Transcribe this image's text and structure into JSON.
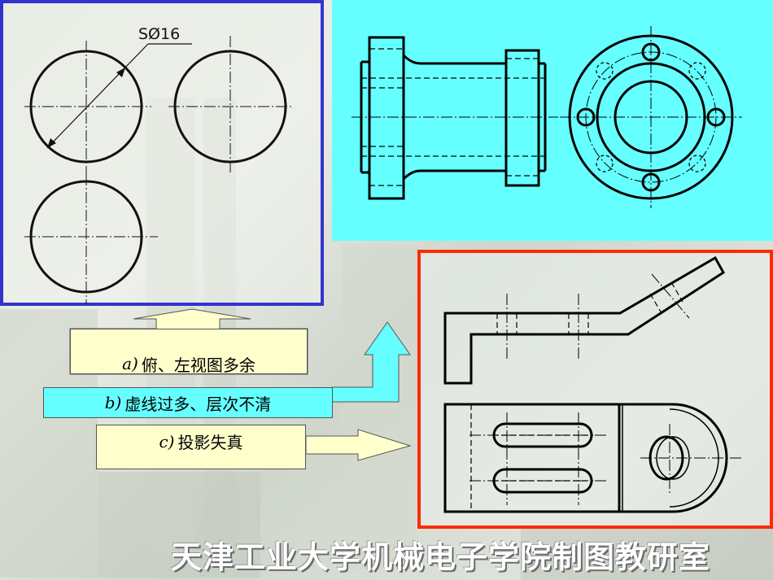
{
  "panel_a": {
    "dimension_label": "SØ16"
  },
  "labels": {
    "a": {
      "letter": "a)",
      "text": "俯、左视图多余"
    },
    "b": {
      "letter": "b)",
      "text": "虚线过多、层次不清"
    },
    "c": {
      "letter": "c)",
      "text": "投影失真"
    }
  },
  "footer": {
    "title": "天津工业大学机械电子学院制图教研室"
  },
  "colors": {
    "panel_a_border": "#3333cc",
    "panel_b_background": "#66ffff",
    "panel_c_border": "#ff2a00",
    "label_a_fill": "#ffffcc",
    "label_b_fill": "#66ffff",
    "label_c_fill": "#ffffcc"
  }
}
